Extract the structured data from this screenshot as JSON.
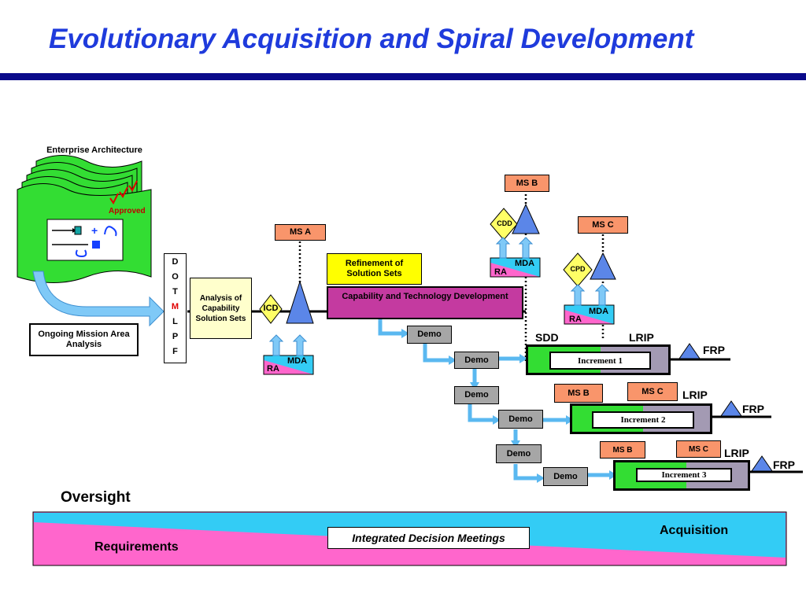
{
  "title": "Evolutionary Acquisition and Spiral Development",
  "enterprise": {
    "label": "Enterprise Architecture",
    "approved": "Approved"
  },
  "ongoing": "Ongoing Mission Area Analysis",
  "dotmlpf": [
    "D",
    "O",
    "T",
    "M",
    "L",
    "P",
    "F"
  ],
  "analysis": "Analysis of Capability Solution Sets",
  "milestones": {
    "ms_a": "MS A",
    "ms_b": "MS B",
    "ms_c": "MS C"
  },
  "decision_docs": {
    "icd": "ICD",
    "cdd": "CDD",
    "cpd": "CPD",
    "mda": "MDA",
    "ra": "RA"
  },
  "refinement": "Refinement of Solution Sets",
  "capability_dev": "Capability and Technology Development",
  "demo": "Demo",
  "phases": {
    "sdd": "SDD",
    "lrip": "LRIP",
    "frp": "FRP"
  },
  "increments": [
    "Increment 1",
    "Increment 2",
    "Increment 3"
  ],
  "oversight": "Oversight",
  "band": {
    "acquisition": "Acquisition",
    "requirements": "Requirements",
    "integrated": "Integrated Decision Meetings"
  },
  "colors": {
    "title": "#1f3bdc",
    "rule": "#0a0a8a",
    "orange": "#f9956b",
    "cyan": "#33ccf5",
    "pink": "#ff66cc",
    "green": "#33dd33",
    "lavender": "#a39ab3",
    "magenta": "#c43aa0",
    "triangle": "#5b86e8"
  }
}
